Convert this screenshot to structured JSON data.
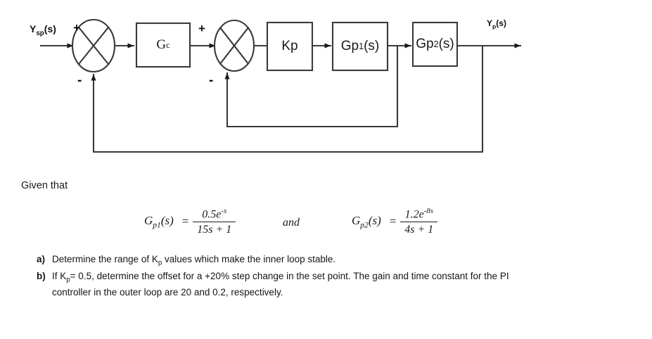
{
  "diagram": {
    "name": "cascade-control-block-diagram",
    "input_label": "Y",
    "input_label_sub": "sp",
    "input_label_tail": "(s)",
    "output_label": "Y",
    "output_label_sub": "p",
    "output_label_tail": "(s)",
    "blocks": [
      {
        "id": "gc",
        "label": "G",
        "sub": "c",
        "tail": ""
      },
      {
        "id": "kp",
        "label": "Kp",
        "sub": "",
        "tail": ""
      },
      {
        "id": "gp1",
        "label": "Gp",
        "sub": "1",
        "tail": "(s)"
      },
      {
        "id": "gp2",
        "label": "Gp",
        "sub": "2",
        "tail": " (s)"
      }
    ],
    "junctions": [
      {
        "id": "outer-sum",
        "plus": "+",
        "minus": "-"
      },
      {
        "id": "inner-sum",
        "plus": "+",
        "minus": "-"
      }
    ],
    "line_color": "#3a3a3a",
    "box_fill": "#ffffff"
  },
  "given": {
    "heading": "Given that"
  },
  "equations": {
    "gp1": {
      "lhs": "G",
      "lhs_sub": "p1",
      "lhs_tail": "(s)",
      "equals": "=",
      "numerator": "0.5e",
      "numerator_sup": "-s",
      "denominator": "15s + 1"
    },
    "conjunction": "and",
    "gp2": {
      "lhs": "G",
      "lhs_sub": "p2",
      "lhs_tail": "(s)",
      "equals": "=",
      "numerator": "1.2e",
      "numerator_sup": "-8s",
      "denominator": "4s + 1"
    }
  },
  "questions": [
    {
      "marker": "a)",
      "pre": "Determine the range of K",
      "sub": "p",
      "post": " values which make the inner loop stable."
    },
    {
      "marker": "b)",
      "pre": "If K",
      "sub": "p",
      "post": "= 0.5, determine the offset for a +20% step change in the set point. The gain and time constant for the PI controller in the outer loop are 20 and 0.2, respectively."
    }
  ]
}
